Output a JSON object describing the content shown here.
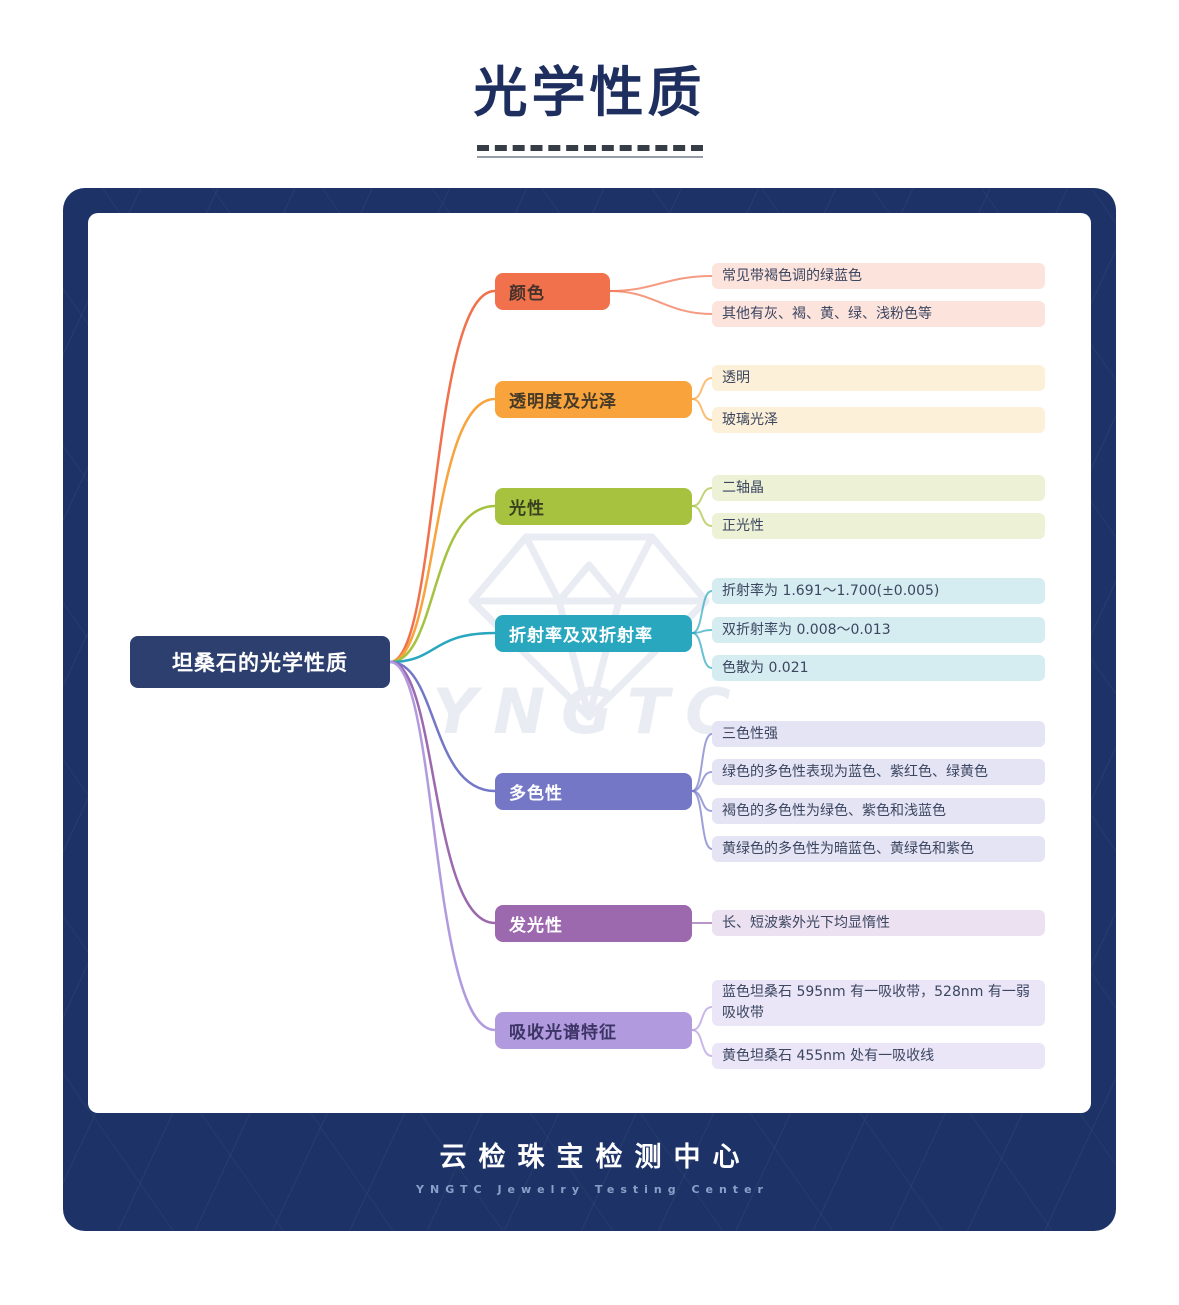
{
  "page": {
    "title": "光学性质"
  },
  "theme": {
    "navy": "#1d3367",
    "panel_bg": "#ffffff",
    "title_color": "#1d2e5f",
    "root_color": "#2d3f6e"
  },
  "watermark": {
    "logo_text": "YNGTC"
  },
  "mindmap": {
    "root": {
      "label": "坦桑石的光学性质",
      "color": "#2d3f6e"
    },
    "branches": [
      {
        "label": "颜色",
        "color": "#f2714d",
        "child_bg": "#fce3dc",
        "children": [
          "常见带褐色调的绿蓝色",
          "其他有灰、褐、黄、绿、浅粉色等"
        ]
      },
      {
        "label": "透明度及光泽",
        "color": "#f8a33c",
        "child_bg": "#fdf0d8",
        "children": [
          "透明",
          "玻璃光泽"
        ]
      },
      {
        "label": "光性",
        "color": "#a6c23f",
        "child_bg": "#edf2d6",
        "children": [
          "二轴晶",
          "正光性"
        ]
      },
      {
        "label": "折射率及双折射率",
        "color": "#29a7bf",
        "child_bg": "#d5ecf1",
        "children": [
          "折射率为 1.691～1.700(±0.005)",
          "双折射率为 0.008～0.013",
          "色散为 0.021"
        ]
      },
      {
        "label": "多色性",
        "color": "#7377c6",
        "child_bg": "#e4e4f4",
        "children": [
          "三色性强",
          "绿色的多色性表现为蓝色、紫红色、绿黄色",
          "褐色的多色性为绿色、紫色和浅蓝色",
          "黄绿色的多色性为暗蓝色、黄绿色和紫色"
        ]
      },
      {
        "label": "发光性",
        "color": "#9c68ae",
        "child_bg": "#ebe1f1",
        "children": [
          "长、短波紫外光下均显惰性"
        ]
      },
      {
        "label": "吸收光谱特征",
        "color": "#b29ade",
        "child_bg": "#eae5f7",
        "children": [
          "蓝色坦桑石 595nm 有一吸收带，528nm 有一弱吸收带",
          "黄色坦桑石 455nm 处有一吸收线"
        ]
      }
    ]
  },
  "footer": {
    "brand_cn": "云检珠宝检测中心",
    "brand_en": "YNGTC Jewelry Testing Center"
  }
}
